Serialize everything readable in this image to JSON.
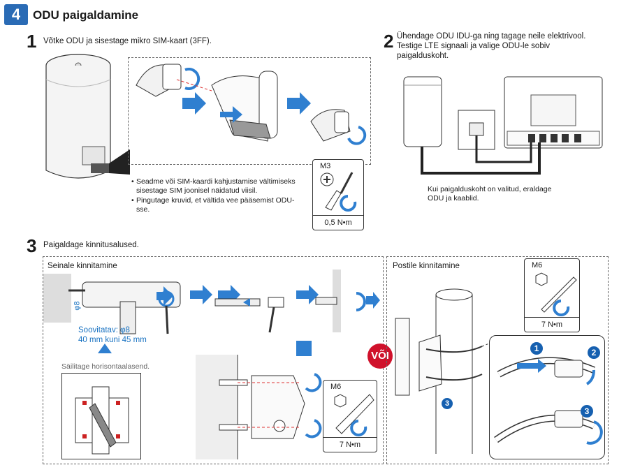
{
  "header": {
    "number": "4",
    "title": "ODU paigaldamine",
    "badge_color": "#2a6bb5"
  },
  "step1": {
    "number": "1",
    "text": "Võtke ODU ja sisestage mikro SIM-kaart (3FF).",
    "notes": [
      "Seadme või SIM-kaardi kahjustamise vältimiseks sisestage SIM joonisel näidatud viisil.",
      "Pingutage kruvid, et vältida vee pääsemist ODU-sse."
    ],
    "torque": {
      "screw": "M3",
      "value": "0,5 N•m"
    }
  },
  "step2": {
    "number": "2",
    "text_lines": [
      "Ühendage ODU IDU-ga ning tagage neile elektrivool.",
      "Testige LTE signaali ja valige ODU-le sobiv",
      "paigalduskoht."
    ],
    "note_lines": [
      "Kui paigalduskoht on valitud, eraldage",
      "ODU ja kaablid."
    ]
  },
  "step3": {
    "number": "3",
    "text": "Paigaldage kinnitusalused.",
    "wall": {
      "title": "Seinale kinnitamine",
      "drill_dim": "φ8",
      "recommended_lines": [
        "Soovitatav: φ8",
        "40 mm kuni 45 mm"
      ],
      "level_hint": "Säilitage horisontaalasend.",
      "torque": {
        "screw": "M6",
        "value": "7 N•m"
      }
    },
    "or_label": "VÕI",
    "pole": {
      "title": "Postile kinnitamine",
      "torque": {
        "screw": "M6",
        "value": "7 N•m"
      },
      "callouts": [
        "1",
        "2",
        "3"
      ]
    }
  },
  "colors": {
    "accent_blue": "#1a73c2",
    "arrow_blue": "#2f7fd0",
    "or_red": "#d0112b",
    "callout_blue": "#1660b0"
  }
}
